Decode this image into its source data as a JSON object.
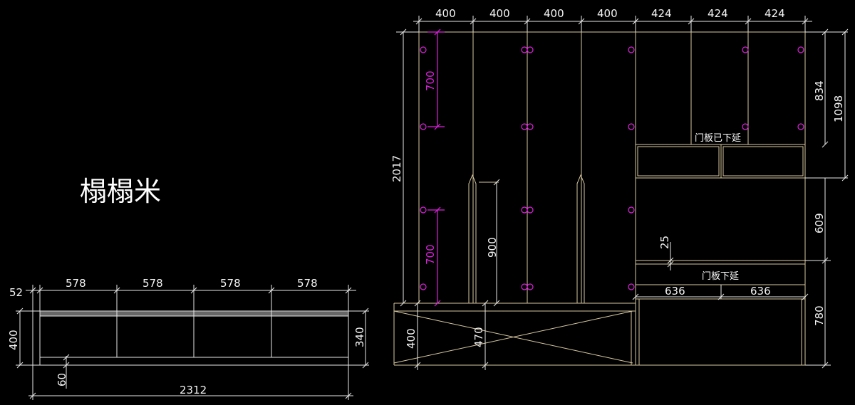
{
  "title": "榻榻米",
  "plan": {
    "top_dims": [
      "52",
      "578",
      "578",
      "578",
      "578"
    ],
    "left_dim": "400",
    "right_dim": "340",
    "bottom_small_dim": "60",
    "total_dim": "2312"
  },
  "elevation": {
    "top_dims": [
      "400",
      "400",
      "400",
      "400",
      "424",
      "424",
      "424"
    ],
    "left_dims": {
      "height": "2017",
      "base": "400",
      "base_inner": "470",
      "post": "900"
    },
    "magenta_dims": [
      "700",
      "700"
    ],
    "right_dims": [
      "834",
      "1098",
      "609",
      "780"
    ],
    "small_dim": "25",
    "drawer_dims": [
      "636",
      "636"
    ],
    "notes": [
      "门板已下延",
      "门板下延"
    ]
  },
  "colors": {
    "background": "#000000",
    "lines": "#e8e8e8",
    "cabinet": "#d8c8a0",
    "hinges": "#e020e0"
  }
}
